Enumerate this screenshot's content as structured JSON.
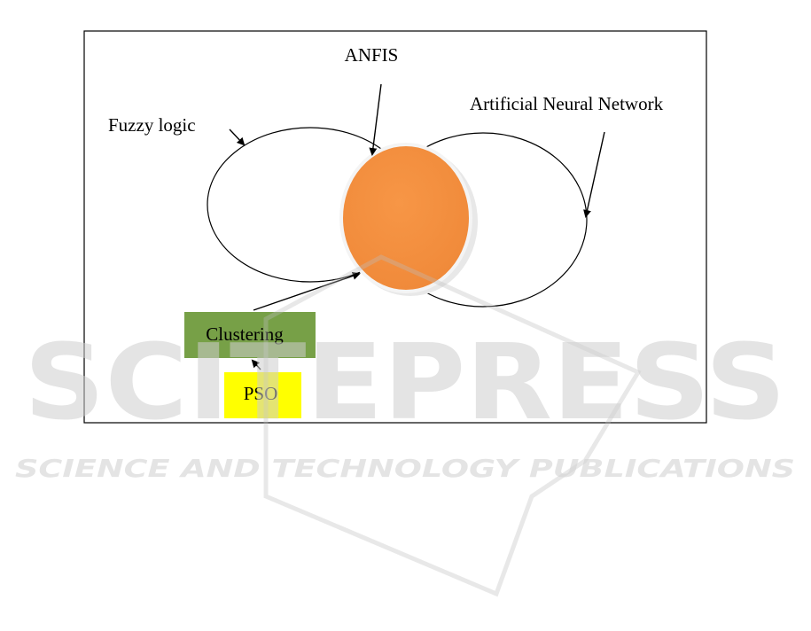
{
  "diagram": {
    "labels": {
      "anfis": "ANFIS",
      "fuzzy": "Fuzzy logic",
      "ann": "Artificial Neural Network",
      "clustering": "Clustering",
      "pso": "PSO"
    },
    "colors": {
      "anfis_fill": "#F79646",
      "clustering_fill": "#77A047",
      "pso_fill": "#FFFF00"
    }
  },
  "watermark": {
    "main": "SCITEPRESS",
    "sub": "SCIENCE AND TECHNOLOGY PUBLICATIONS"
  }
}
